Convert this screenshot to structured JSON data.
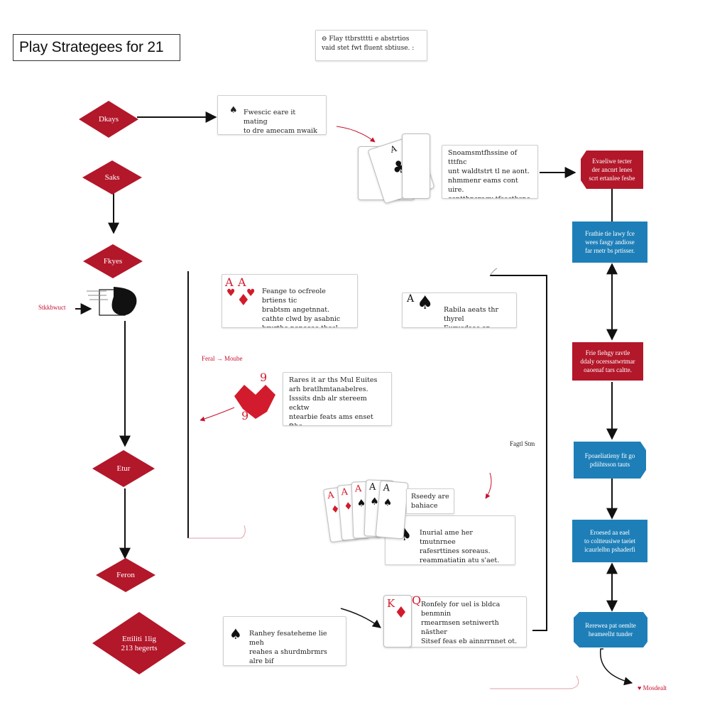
{
  "title": "Play Strategees for 21",
  "top_note": "⊖ Flay ttbrstttti e abstrtios\nvaid stet fwt fluent sbtiuse. :",
  "left_flow": {
    "diamonds": [
      {
        "label": "Dkays"
      },
      {
        "label": "Saks"
      },
      {
        "label": "Fkyes"
      },
      {
        "label": "Etur"
      },
      {
        "label": "Feron"
      },
      {
        "label": "Ettiliti 1lig\n213 hegerts"
      }
    ],
    "side_label": "Stkkbwuct"
  },
  "notes": {
    "n1": "Fwescic eare it mating\nto dre amecam nwaik\nans te fre sthl moerink.",
    "n2": "Snoamsmtfhssine of tttfnc\nunt waldtstrt tl ne aont.\nnhmmenr eams cont uire.\ncontthnsrogy tfsectbsne\nroad ie shtbnie . . .",
    "n3": "Feange to ocfreole brtiens tic\nbrabtsm angetnnat.\ncathte clwd by asabnic\nbrurthe nonocoe tbosl.\nlhghhbeas . . .",
    "n4": "Rabila aeats thr thyrel\nEurusdaas on olfotitic o\nreasc aineelanrm.",
    "n5": "Rares it ar ths Mul Euites\narh bratlhmtanabelres.\nIsssits dnb alr stereem ecktw\nntearbie feats ams enset fthe.\nactlig etlie . . .",
    "n6": "Rseedy are\nbahiace",
    "n7": "Inurial ame her tmutnrnee\nrafesrttines soreaus.\nreammatiatin atu s'aet.\nfebilt rtecosty bunt oueet",
    "n8": "Ronfely for uel is bldca benmnin\nrmearmsen setniwerth nästher\nSitsef feas eb ainnrrnnet ot.\nam cnaltioes olthbmer.\nae coeoutommirds .",
    "n9": "Ranhey fesateheme lie meh\nreahes a shurdmbrmrs alre bif\nrem ethers pranbens vos.\nblouse man mwde we faldeet."
  },
  "labels": {
    "feral_note": "Feral → Moube",
    "right_mid": "Fagtl  Stm",
    "bottom_right": "♥ Mosdealt"
  },
  "right_flow": {
    "boxes": [
      {
        "text": "Evaeliwe tecter\nder ancnrt lenes\nscrt ertanlee fesbe",
        "color": "red"
      },
      {
        "text": "Frathie tie lawy fce\nwees fasgy andiose\nfar rnetr bs prtisser.",
        "color": "blue"
      },
      {
        "text": "Frie fiehgy ravtle\nddaly ocerssatwrtmar\noaoenaf tars caltte.",
        "color": "red"
      },
      {
        "text": "Fpoaeliatieny fit go\npdiihtsson tauts",
        "color": "blue"
      },
      {
        "text": "Eroesed aa eael\nto coltteusiwe taeiet\nicaurlelbn pshaderfi",
        "color": "blue"
      },
      {
        "text": "Rerewea pat oemlte\nheameelht tunder",
        "color": "blue"
      }
    ]
  },
  "cards": {
    "ace_spade_rank": "A",
    "ace_spade_suit": "♠",
    "club_suit": "♣",
    "ace_diamond_rank": "A",
    "diamond_suit": "♦",
    "heart_suit": "♥",
    "nine_rank": "9",
    "king_rank": "K",
    "queen_rank": "Q",
    "fan_rank": "A",
    "spade_icon": "♠"
  },
  "colors": {
    "red": "#b3172a",
    "blue": "#1e7fb8",
    "card_red": "#d21b2c"
  }
}
